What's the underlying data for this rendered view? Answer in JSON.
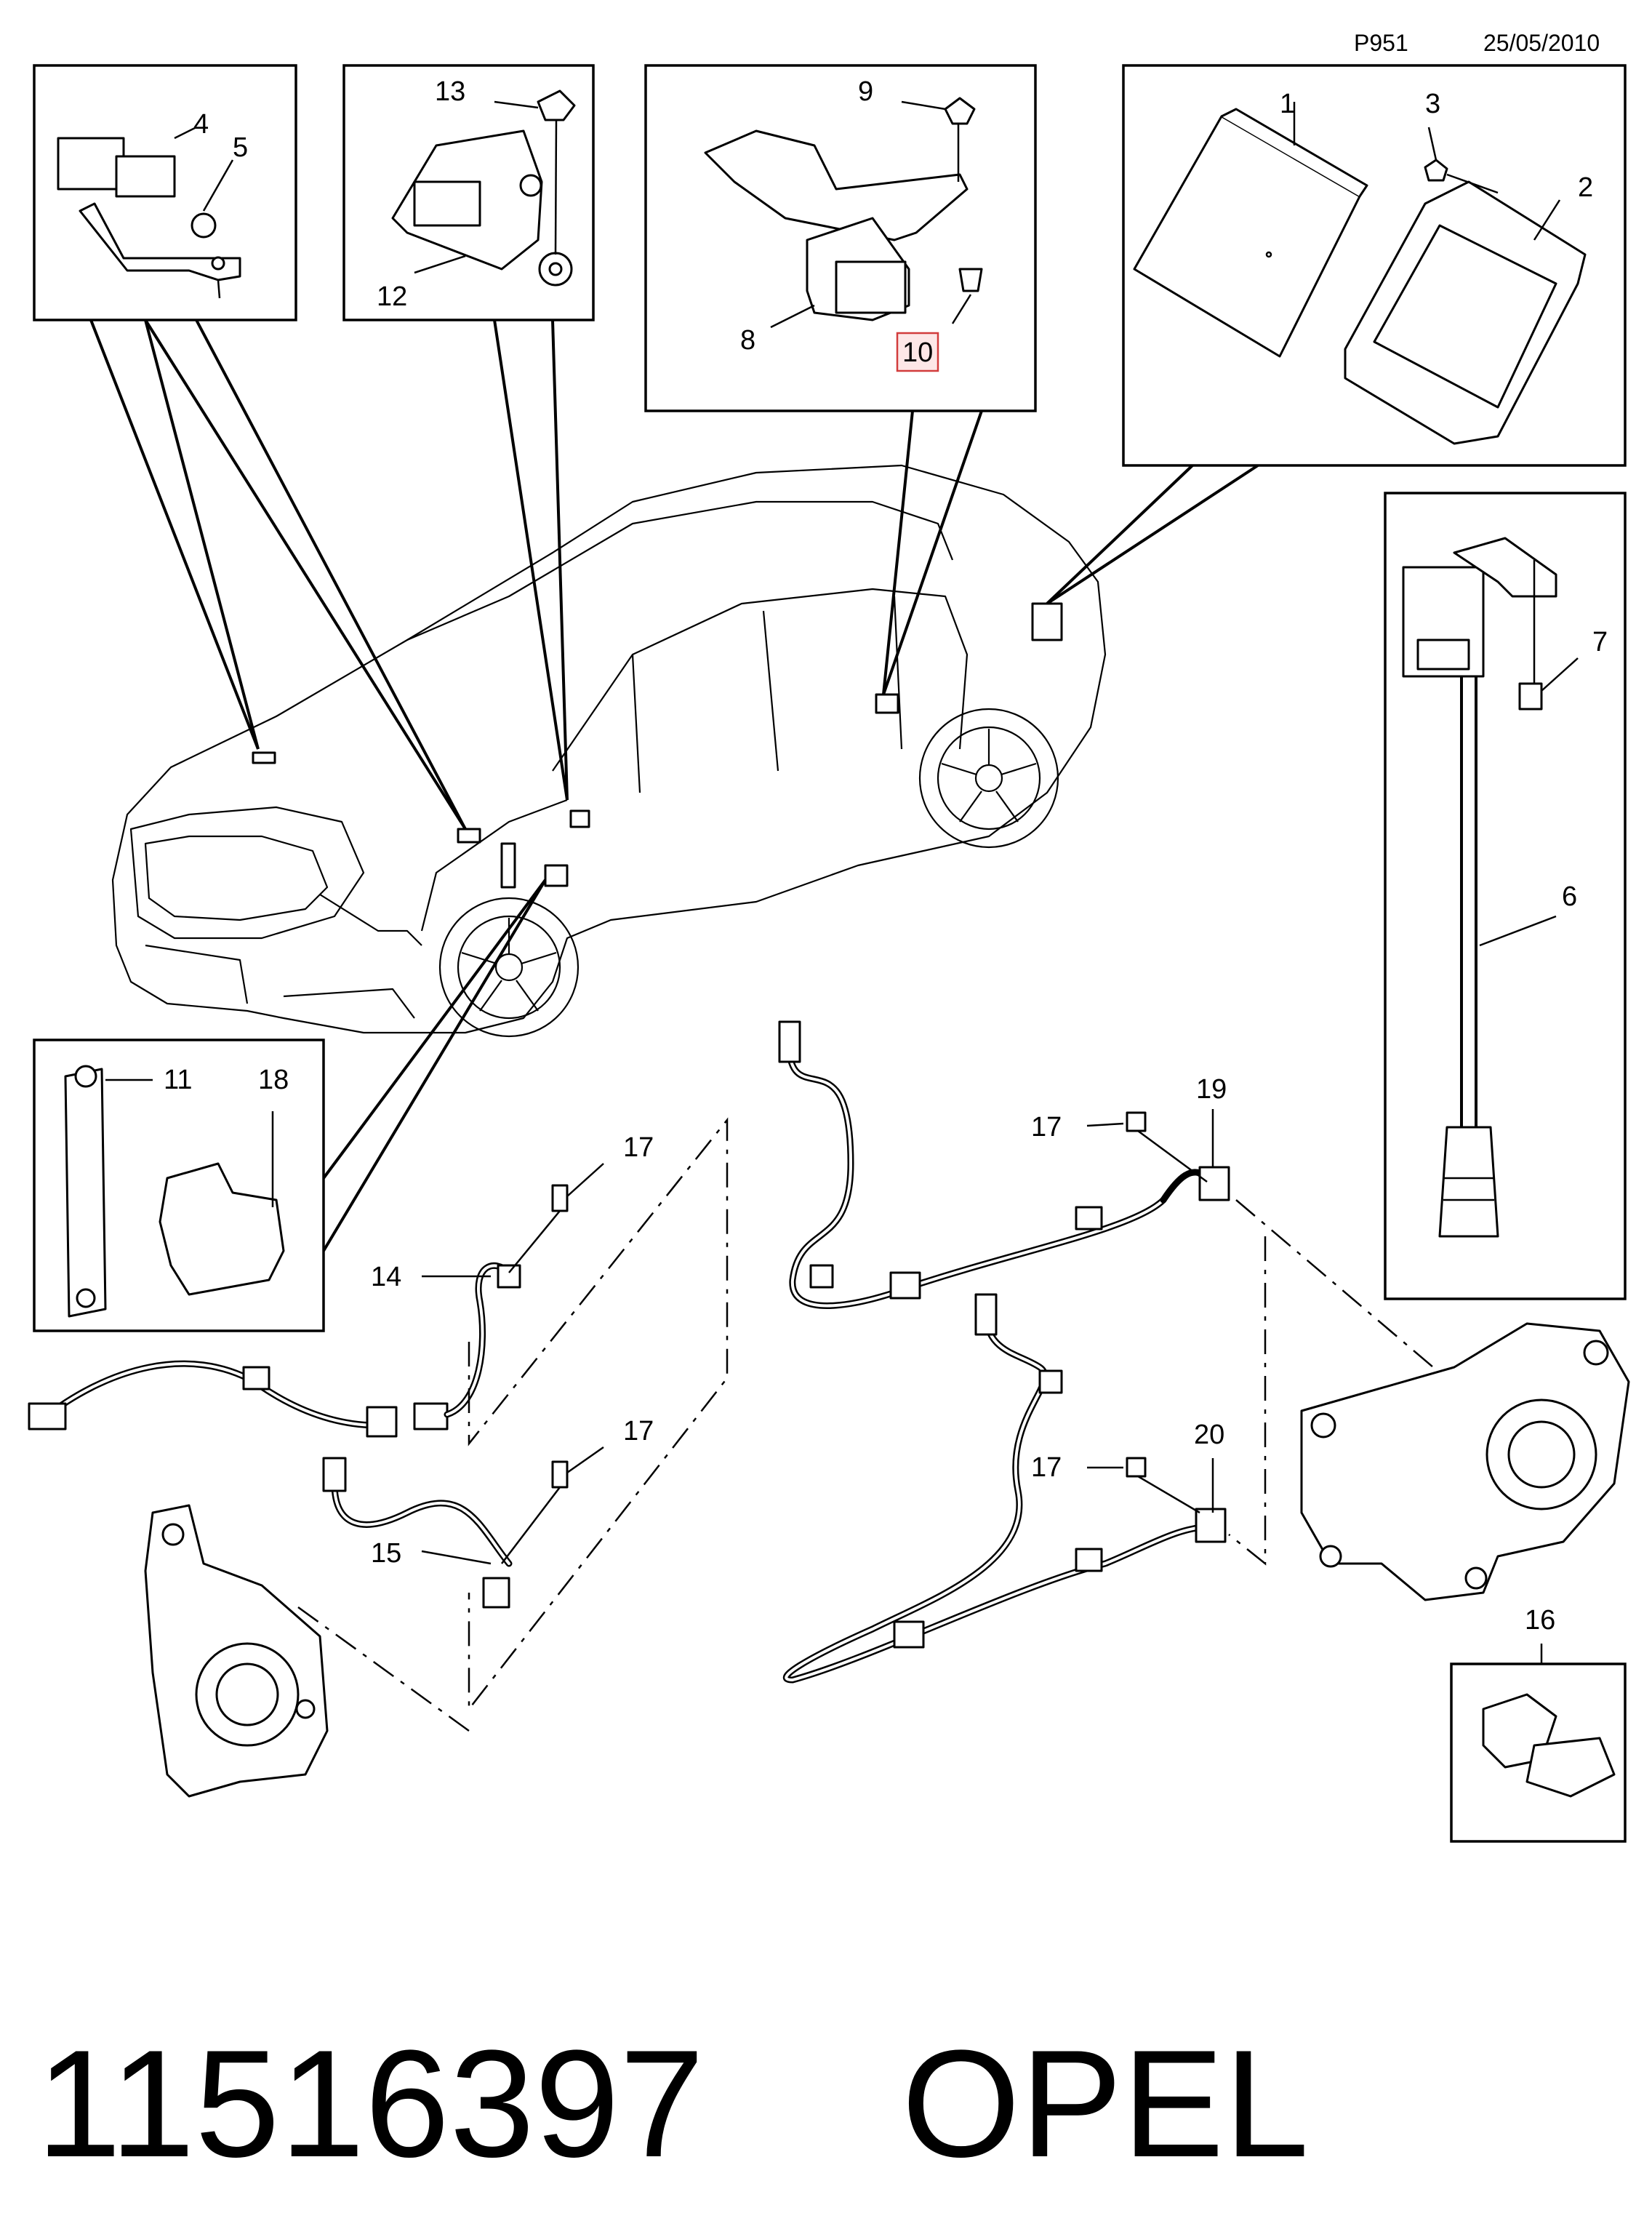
{
  "header": {
    "page_code": "P951",
    "date": "25/05/2010"
  },
  "footer": {
    "part_number": "11516397",
    "brand": "OPEL"
  },
  "callouts": {
    "c1": "1",
    "c2": "2",
    "c3": "3",
    "c4": "4",
    "c5": "5",
    "c6": "6",
    "c7": "7",
    "c8": "8",
    "c9": "9",
    "c10": "10",
    "c11": "11",
    "c12": "12",
    "c13": "13",
    "c14": "14",
    "c15": "15",
    "c16": "16",
    "c17a": "17",
    "c17b": "17",
    "c17c": "17",
    "c17d": "17",
    "c18": "18",
    "c19": "19",
    "c20": "20"
  },
  "highlight": {
    "callout": "10",
    "color": "#d23c3c",
    "fill": "#fde7e7"
  }
}
